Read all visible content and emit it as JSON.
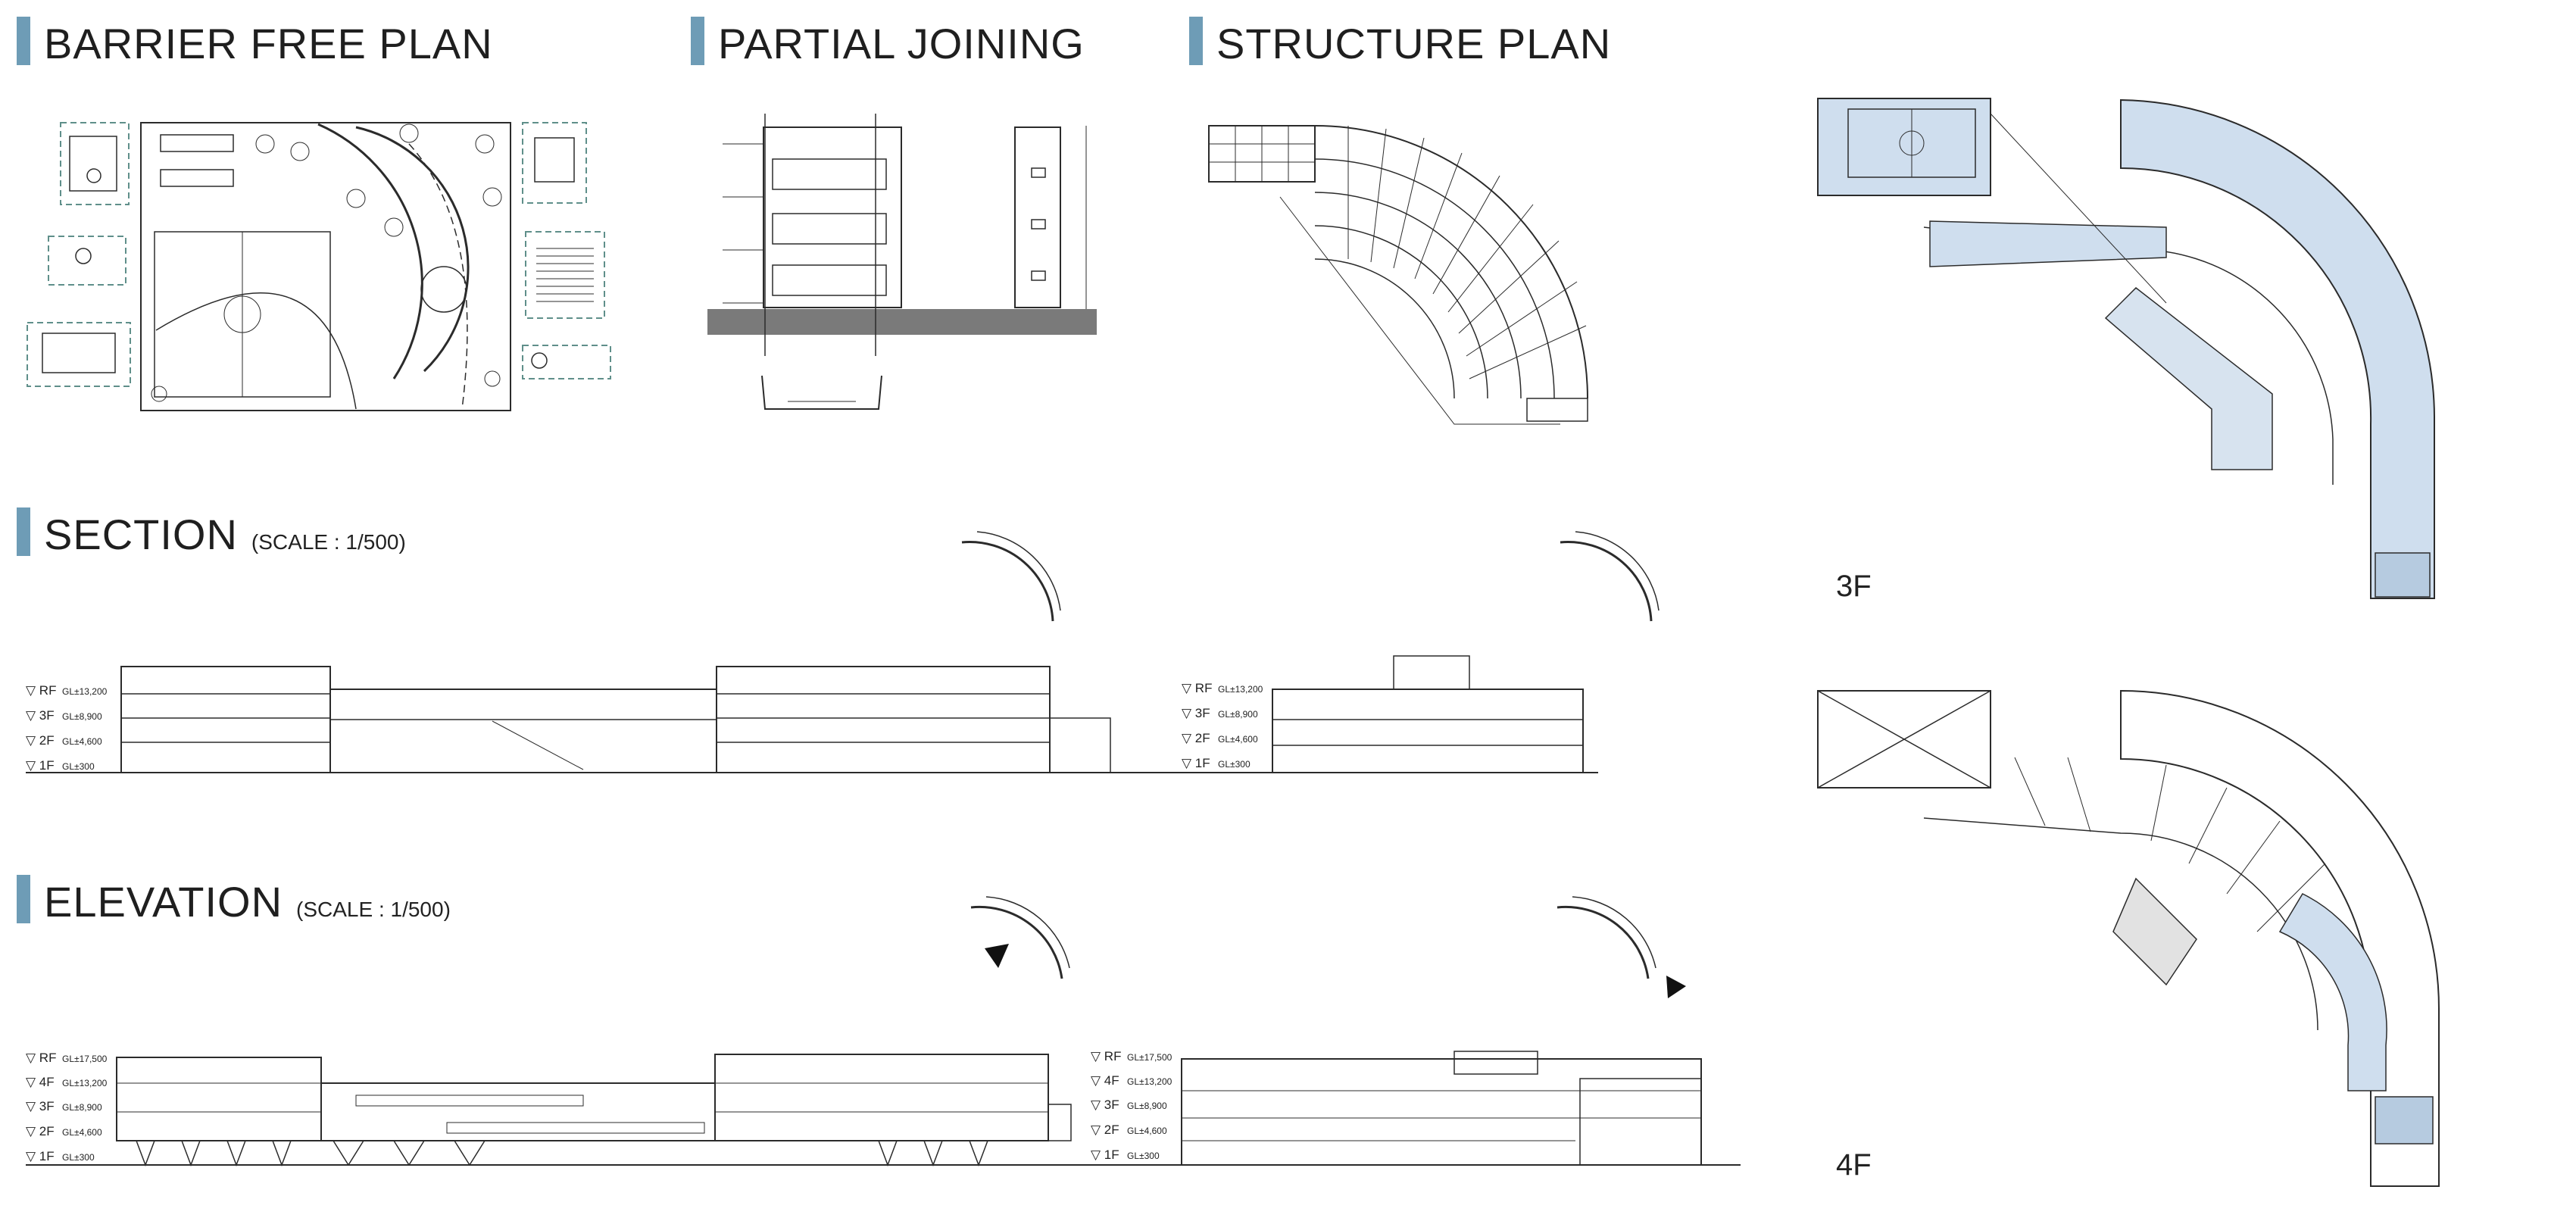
{
  "headings": {
    "barrier_free_plan": "BARRIER FREE PLAN",
    "partial_joining": "PARTIAL JOINING",
    "structure_plan": "STRUCTURE PLAN",
    "section": "SECTION",
    "section_scale": "(SCALE : 1/500)",
    "elevation": "ELEVATION",
    "elevation_scale": "(SCALE : 1/500)"
  },
  "floor_plans": {
    "upper_label": "3F",
    "lower_label": "4F"
  },
  "section_levels": [
    {
      "name": "▽ RF",
      "gl": "GL±13,200"
    },
    {
      "name": "▽ 3F",
      "gl": "GL±8,900"
    },
    {
      "name": "▽ 2F",
      "gl": "GL±4,600"
    },
    {
      "name": "▽ 1F",
      "gl": "GL±300"
    }
  ],
  "elevation_levels": [
    {
      "name": "▽ RF",
      "gl": "GL±17,500"
    },
    {
      "name": "▽ 4F",
      "gl": "GL±13,200"
    },
    {
      "name": "▽ 3F",
      "gl": "GL±8,900"
    },
    {
      "name": "▽ 2F",
      "gl": "GL±4,600"
    },
    {
      "name": "▽ 1F",
      "gl": "GL±300"
    }
  ],
  "colors": {
    "accent_bar": "#6e9cb6",
    "plan_fill": "#cfdeee",
    "line": "#2b2b2b",
    "dashed_box": "#5f8f8a"
  }
}
